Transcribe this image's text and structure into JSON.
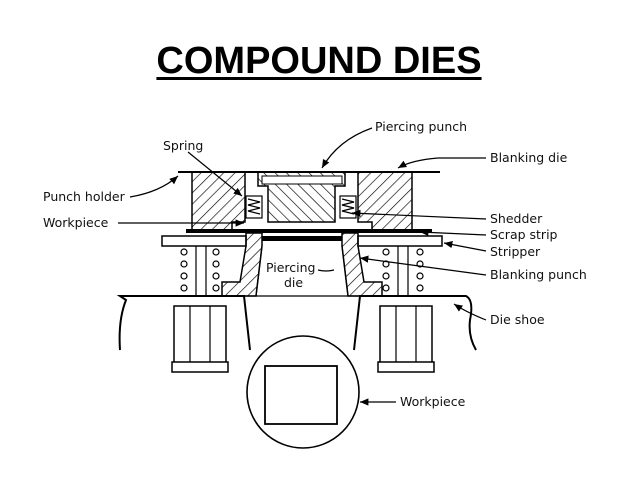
{
  "title": "COMPOUND DIES",
  "labels": {
    "piercing_punch": "Piercing punch",
    "spring": "Spring",
    "blanking_die": "Blanking die",
    "punch_holder": "Punch holder",
    "workpiece_left": "Workpiece",
    "shedder": "Shedder",
    "scrap_strip": "Scrap strip",
    "stripper": "Stripper",
    "piercing_die_line1": "Piercing",
    "piercing_die_line2": "die",
    "blanking_punch": "Blanking punch",
    "die_shoe": "Die shoe",
    "workpiece_bottom": "Workpiece"
  },
  "colors": {
    "ink": "#000000",
    "paper": "#ffffff"
  }
}
